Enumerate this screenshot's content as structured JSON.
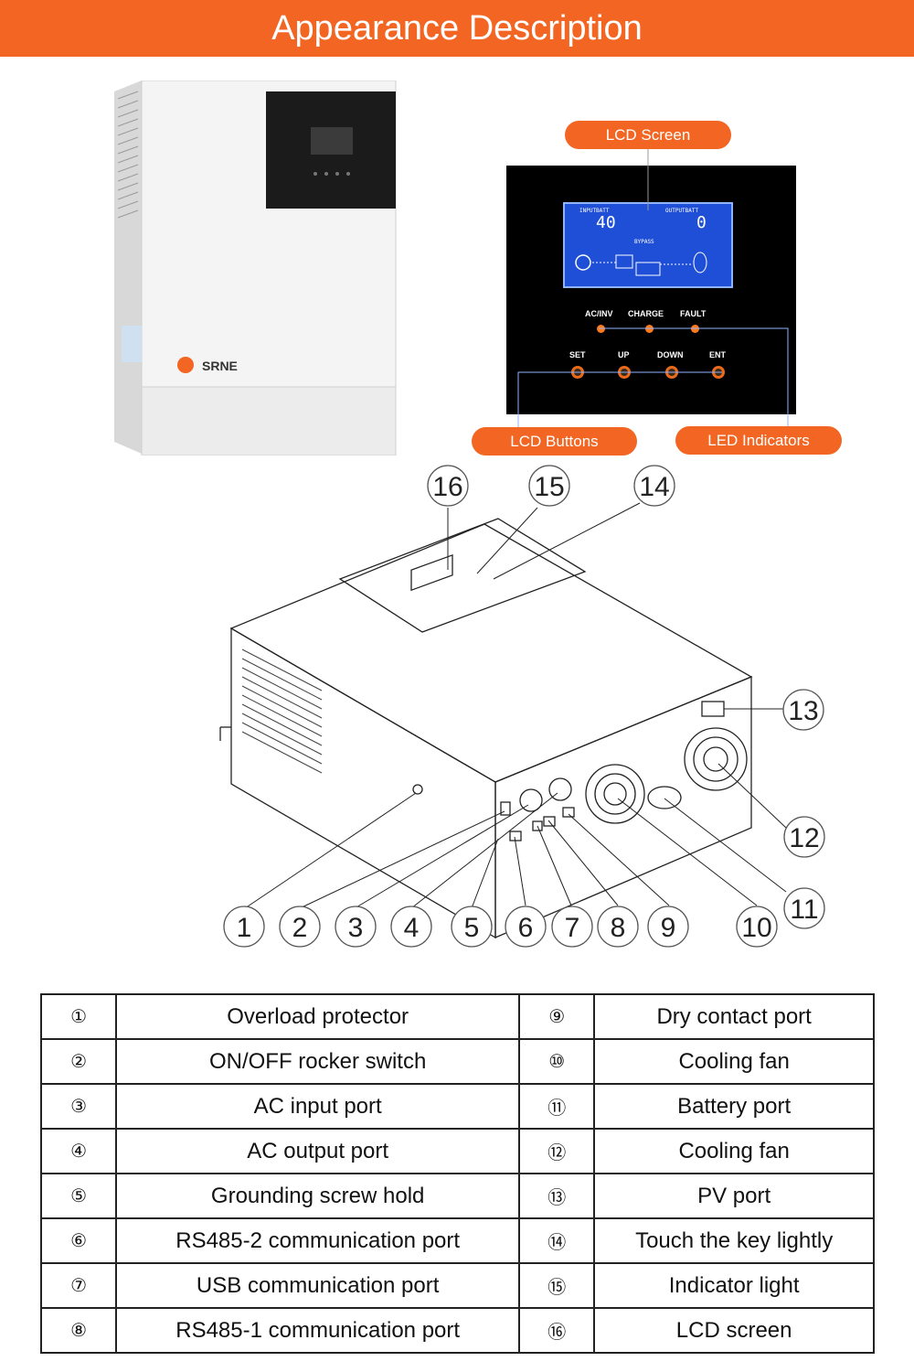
{
  "header": {
    "title": "Appearance Description"
  },
  "product": {
    "brand": "SRNE"
  },
  "lcd_panel": {
    "screen_left_label": "INPUTBATT",
    "screen_left_value": "40",
    "screen_right_label": "OUTPUTBATT",
    "screen_right_value": "0",
    "bypass_label": "BYPASS",
    "indicators": [
      "AC/INV",
      "CHARGE",
      "FAULT"
    ],
    "buttons": [
      "SET",
      "UP",
      "DOWN",
      "ENT"
    ]
  },
  "callouts": {
    "lcd_screen": "LCD Screen",
    "lcd_buttons": "LCD Buttons",
    "led_indicators": "LED Indicators"
  },
  "diagram": {
    "numbers": [
      "1",
      "2",
      "3",
      "4",
      "5",
      "6",
      "7",
      "8",
      "9",
      "10",
      "11",
      "12",
      "13",
      "14",
      "15",
      "16"
    ]
  },
  "table": {
    "left": [
      {
        "num": "①",
        "label": "Overload protector"
      },
      {
        "num": "②",
        "label": "ON/OFF rocker switch"
      },
      {
        "num": "③",
        "label": "AC input port"
      },
      {
        "num": "④",
        "label": "AC output port"
      },
      {
        "num": "⑤",
        "label": "Grounding screw hold"
      },
      {
        "num": "⑥",
        "label": "RS485-2 communication port"
      },
      {
        "num": "⑦",
        "label": "USB communication port"
      },
      {
        "num": "⑧",
        "label": "RS485-1 communication port"
      }
    ],
    "right": [
      {
        "num": "⑨",
        "label": "Dry contact port"
      },
      {
        "num": "⑩",
        "label": "Cooling fan"
      },
      {
        "num": "⑪",
        "label": "Battery port"
      },
      {
        "num": "⑫",
        "label": "Cooling fan"
      },
      {
        "num": "⑬",
        "label": "PV port"
      },
      {
        "num": "⑭",
        "label": "Touch the key lightly"
      },
      {
        "num": "⑮",
        "label": "Indicator light"
      },
      {
        "num": "⑯",
        "label": "LCD screen"
      }
    ]
  }
}
